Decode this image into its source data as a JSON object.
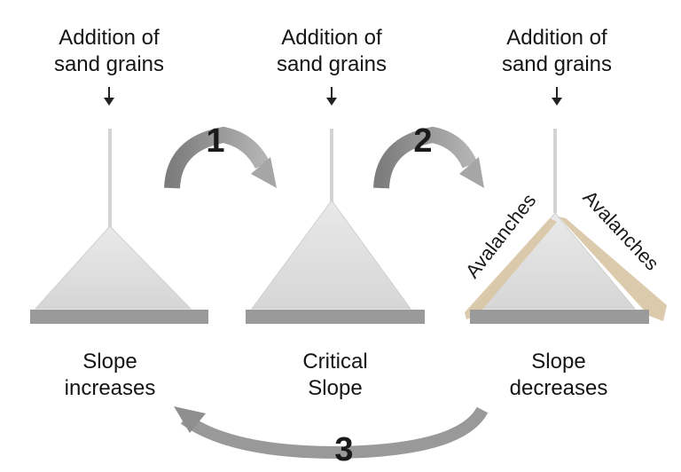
{
  "stages": [
    {
      "top_label": "Addition of\nsand grains",
      "bottom_label": "Slope\nincreases"
    },
    {
      "top_label": "Addition of\nsand grains",
      "bottom_label": "Critical\nSlope"
    },
    {
      "top_label": "Addition of\nsand grains",
      "bottom_label": "Slope\ndecreases"
    }
  ],
  "steps": {
    "step1": "1",
    "step2": "2",
    "step3": "3"
  },
  "avalanche_labels": {
    "left": "Avalanches",
    "right": "Avalanches"
  },
  "colors": {
    "arrow_gray": "#8c8c8c",
    "base_plate": "#9a9a9a",
    "sand": "#e2e2e2",
    "avalanche_band": "#d9c7a8"
  }
}
